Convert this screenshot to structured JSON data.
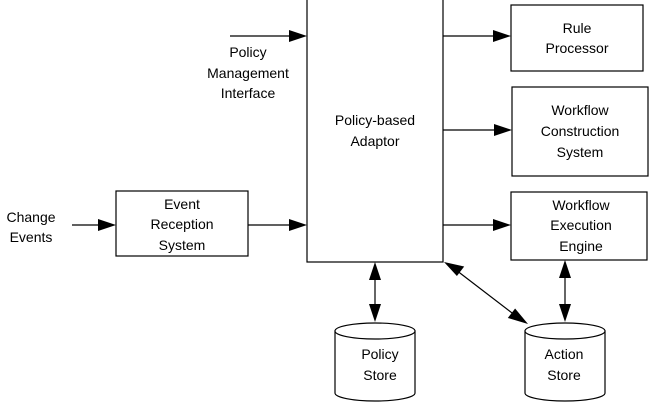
{
  "nodes": {
    "adaptor": {
      "lines": [
        "Policy-based",
        "Adaptor"
      ]
    },
    "rule_processor": {
      "lines": [
        "Rule",
        "Processor"
      ]
    },
    "workflow_construction": {
      "lines": [
        "Workflow",
        "Construction",
        "System"
      ]
    },
    "workflow_execution": {
      "lines": [
        "Workflow",
        "Execution",
        "Engine"
      ]
    },
    "event_reception": {
      "lines": [
        "Event",
        "Reception",
        "System"
      ]
    },
    "policy_store": {
      "lines": [
        "Policy",
        "Store"
      ]
    },
    "action_store": {
      "lines": [
        "Action",
        "Store"
      ]
    }
  },
  "external_inputs": {
    "policy_management": {
      "lines": [
        "Policy",
        "Management",
        "Interface"
      ]
    },
    "change_events": {
      "lines": [
        "Change",
        "Events"
      ]
    }
  },
  "colors": {
    "stroke": "#000000",
    "fill": "#ffffff"
  }
}
